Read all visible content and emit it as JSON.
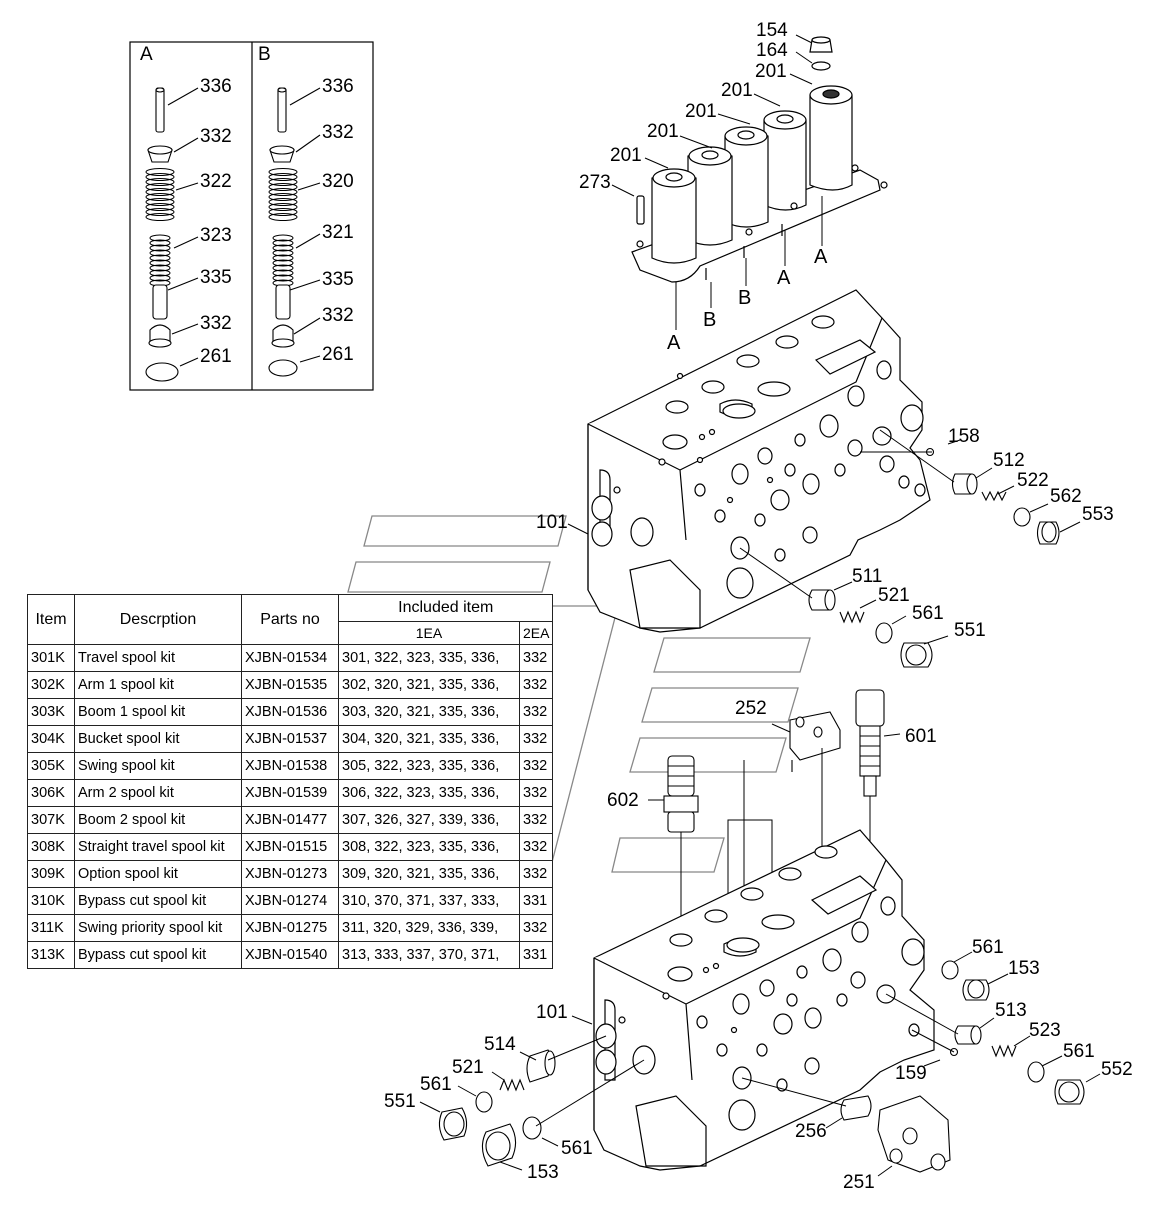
{
  "inset": {
    "a": {
      "title": "A",
      "labels": [
        "336",
        "332",
        "322",
        "323",
        "335",
        "332",
        "261"
      ]
    },
    "b": {
      "title": "B",
      "labels": [
        "336",
        "332",
        "320",
        "321",
        "335",
        "332",
        "261"
      ]
    }
  },
  "top_valve_labels": {
    "p154": "154",
    "p164": "164",
    "p201a": "201",
    "p201b": "201",
    "p201c": "201",
    "p201d": "201",
    "p201e": "201",
    "p273": "273",
    "pA1": "A",
    "pB1": "B",
    "pB2": "B",
    "pA2": "A",
    "pA3": "A",
    "p158": "158",
    "p512": "512",
    "p522": "522",
    "p562": "562",
    "p553": "553",
    "p101": "101",
    "p511": "511",
    "p521": "521",
    "p561": "561",
    "p551": "551"
  },
  "bottom_valve_labels": {
    "p252": "252",
    "p601": "601",
    "p602": "602",
    "p561a": "561",
    "p153a": "153",
    "p513": "513",
    "p523": "523",
    "p561b": "561",
    "p552": "552",
    "p159": "159",
    "p101": "101",
    "p514": "514",
    "p521": "521",
    "p561c": "561",
    "p551": "551",
    "p561d": "561",
    "p153b": "153",
    "p256": "256",
    "p251": "251"
  },
  "kit_table": {
    "headers": {
      "item": "Item",
      "description": "Descrption",
      "parts_no": "Parts no",
      "included": "Included item",
      "one": "1EA",
      "two": "2EA"
    },
    "rows": [
      {
        "item": "301K",
        "desc": "Travel spool kit",
        "part": "XJBN-01534",
        "one": "301, 322, 323, 335, 336,",
        "two": "332"
      },
      {
        "item": "302K",
        "desc": "Arm 1 spool kit",
        "part": "XJBN-01535",
        "one": "302, 320, 321, 335, 336,",
        "two": "332"
      },
      {
        "item": "303K",
        "desc": "Boom 1 spool kit",
        "part": "XJBN-01536",
        "one": "303, 320, 321, 335, 336,",
        "two": "332"
      },
      {
        "item": "304K",
        "desc": "Bucket spool kit",
        "part": "XJBN-01537",
        "one": "304, 320, 321, 335, 336,",
        "two": "332"
      },
      {
        "item": "305K",
        "desc": "Swing spool kit",
        "part": "XJBN-01538",
        "one": "305, 322, 323, 335, 336,",
        "two": "332"
      },
      {
        "item": "306K",
        "desc": "Arm 2 spool kit",
        "part": "XJBN-01539",
        "one": "306, 322, 323, 335, 336,",
        "two": "332"
      },
      {
        "item": "307K",
        "desc": "Boom 2 spool kit",
        "part": "XJBN-01477",
        "one": "307, 326, 327, 339, 336,",
        "two": "332"
      },
      {
        "item": "308K",
        "desc": "Straight travel spool kit",
        "part": "XJBN-01515",
        "one": "308, 322, 323, 335, 336,",
        "two": "332"
      },
      {
        "item": "309K",
        "desc": "Option spool kit",
        "part": "XJBN-01273",
        "one": "309, 320, 321, 335, 336,",
        "two": "332"
      },
      {
        "item": "310K",
        "desc": "Bypass cut spool kit",
        "part": "XJBN-01274",
        "one": "310, 370, 371, 337, 333,",
        "two": "331"
      },
      {
        "item": "311K",
        "desc": "Swing priority spool kit",
        "part": "XJBN-01275",
        "one": "311, 320, 329, 336, 339,",
        "two": "332"
      },
      {
        "item": "313K",
        "desc": "Bypass cut spool kit",
        "part": "XJBN-01540",
        "one": "313, 333, 337, 370, 371,",
        "two": "331"
      }
    ]
  }
}
